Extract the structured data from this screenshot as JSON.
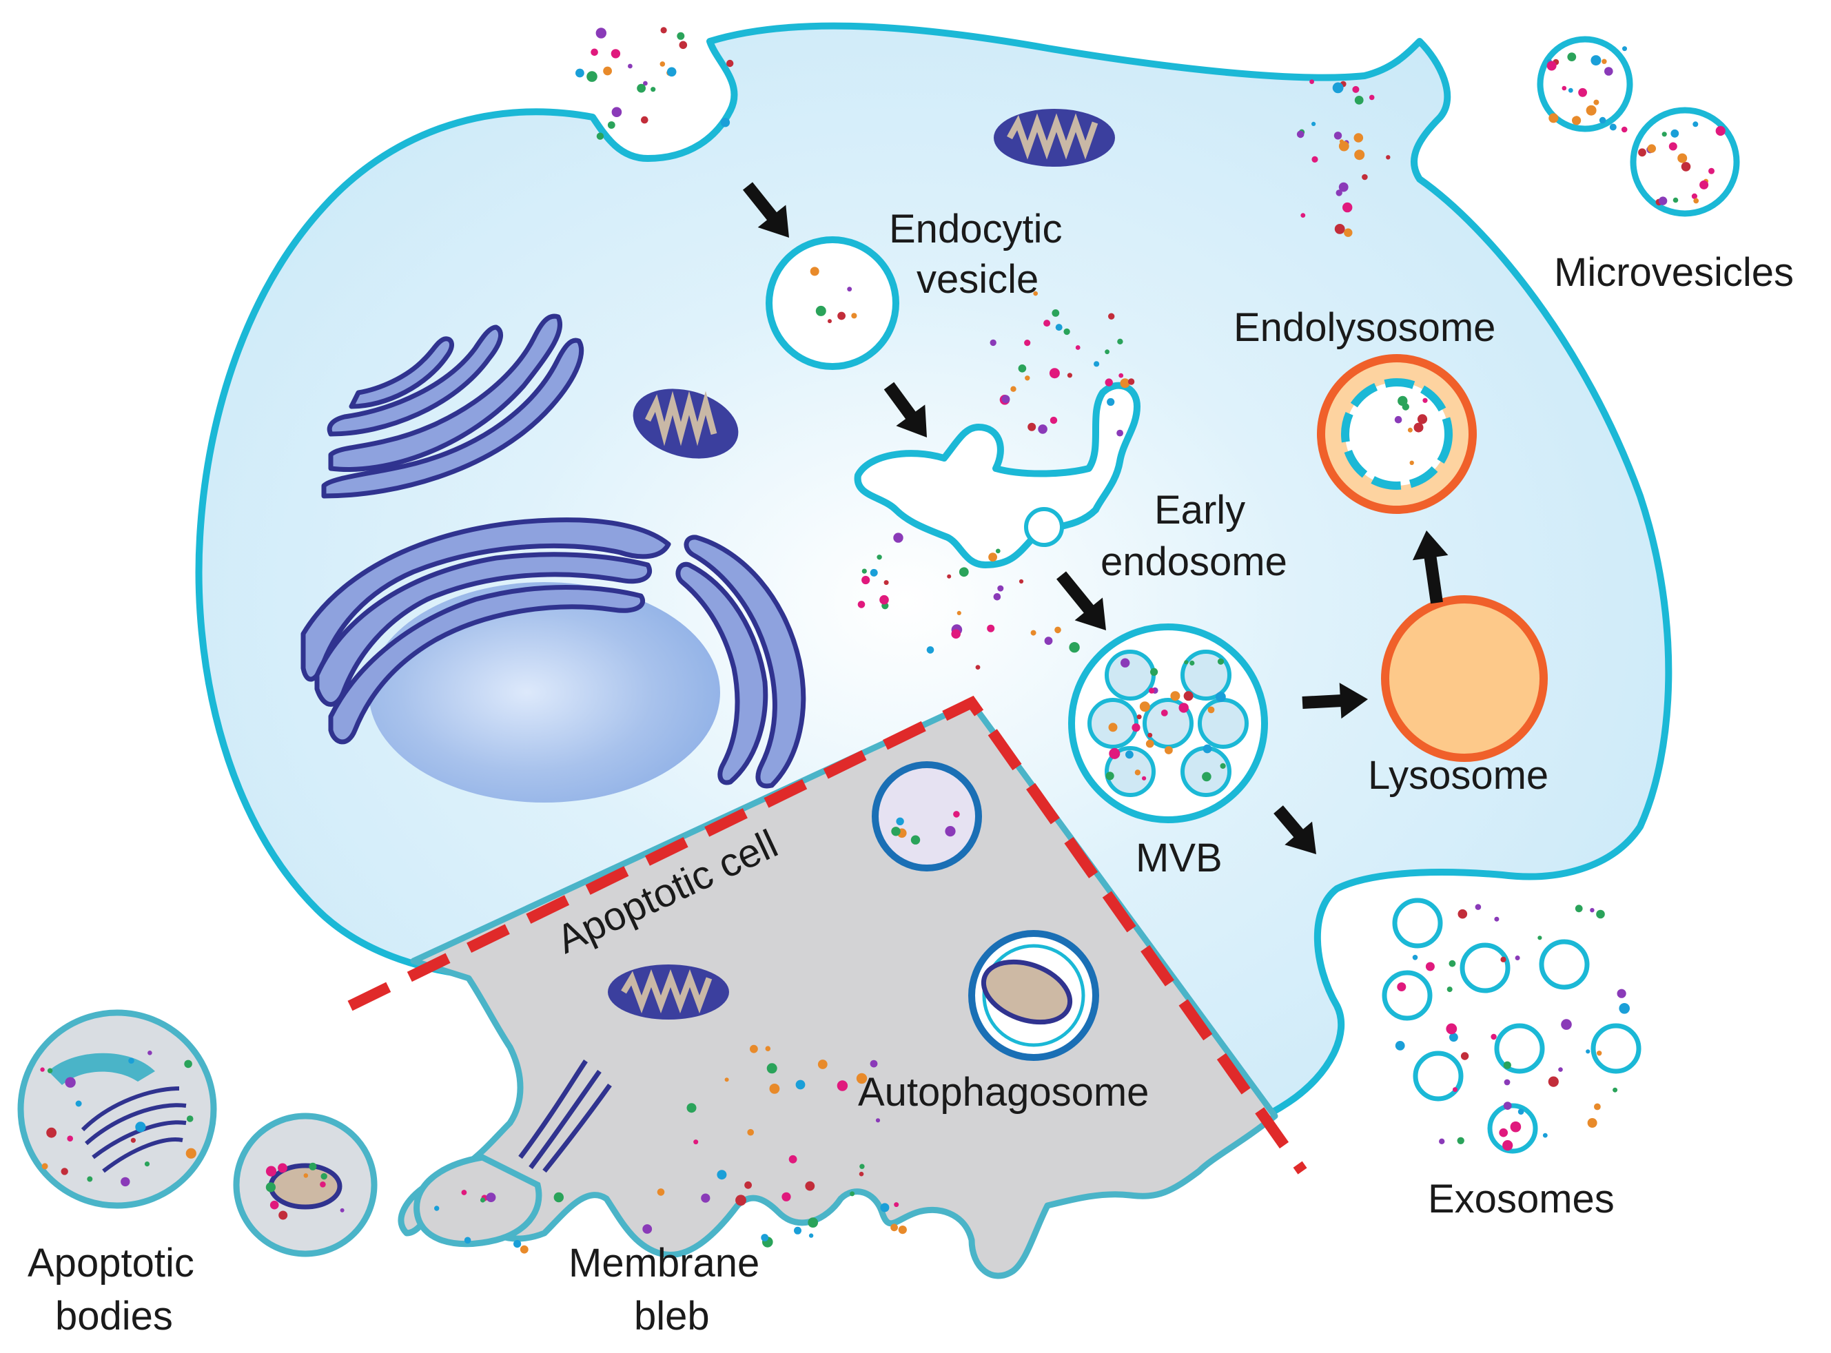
{
  "labels": {
    "endocytic_vesicle": [
      "Endocytic",
      "vesicle"
    ],
    "early_endosome": [
      "Early",
      "endosome"
    ],
    "mvb": "MVB",
    "lysosome": "Lysosome",
    "endolysosome": "Endolysosome",
    "microvesicles": "Microvesicles",
    "exosomes": "Exosomes",
    "apoptotic_cell": "Apoptotic cell",
    "autophagosome": "Autophagosome",
    "apoptotic_bodies": [
      "Apoptotic",
      "bodies"
    ],
    "membrane_bleb": [
      "Membrane",
      "bleb"
    ]
  },
  "colors": {
    "membrane": "#1bb8d6",
    "cytoplasm": "#cfeaf8",
    "organelle": "#3b3f9e",
    "organelle_fill": "#7f93d8",
    "lysosome_fill": "#fdc98a",
    "lysosome_ring": "#f0602a",
    "apoptotic_region": "#d4d4d4",
    "apoptotic_border": "#e02a2a",
    "arrow": "#111111"
  },
  "icons": [
    "nucleus-icon",
    "golgi-icon",
    "mitochondrion-icon",
    "vesicle-icon",
    "arrow-icon"
  ]
}
